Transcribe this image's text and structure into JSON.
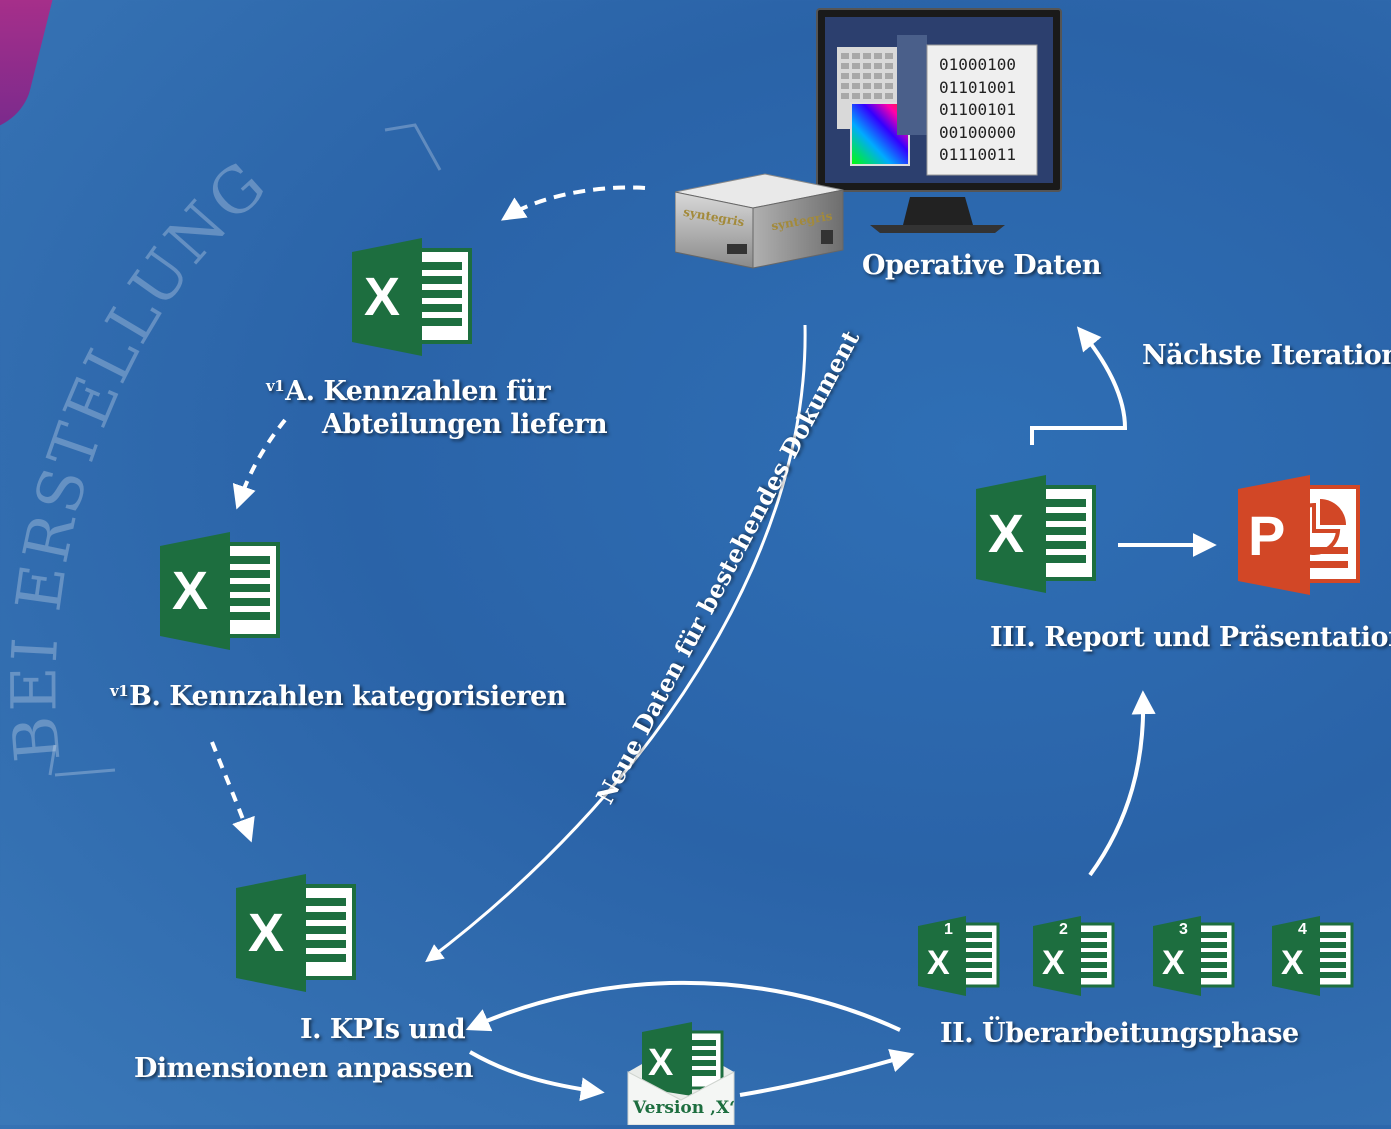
{
  "watermark": {
    "text": "BEI ERSTELLUNG"
  },
  "server": {
    "brand_left": "syntegris",
    "brand_right": "syntegris"
  },
  "monitor": {
    "binary_lines": [
      "01000100",
      "01101001",
      "01100101",
      "00100000",
      "01110011"
    ]
  },
  "labels": {
    "operative": "Operative Daten",
    "next_iteration": "Nächste Iteration",
    "step_1a_sup": "v1",
    "step_1a_line1": "A. Kennzahlen für",
    "step_1a_line2": "Abteilungen liefern",
    "step_1b_sup": "v1",
    "step_1b": "B. Kennzahlen kategorisieren",
    "step_i_line1": "I. KPIs und",
    "step_i_line2": "Dimensionen anpassen",
    "step_ii": "II. Überarbeitungsphase",
    "step_iii": "III. Report und Präsentation",
    "new_data": "Neue Daten für bestehendes Dokument",
    "version": "Version ‚X‘"
  },
  "icons": {
    "excel_letter": "X",
    "ppt_letter": "P",
    "revision_numbers": [
      "1",
      "2",
      "3",
      "4"
    ]
  },
  "colors": {
    "excel_dark": "#1d6e3f",
    "excel_light": "#2e8b57",
    "ppt": "#d24726",
    "background": "#2f6fb5"
  }
}
